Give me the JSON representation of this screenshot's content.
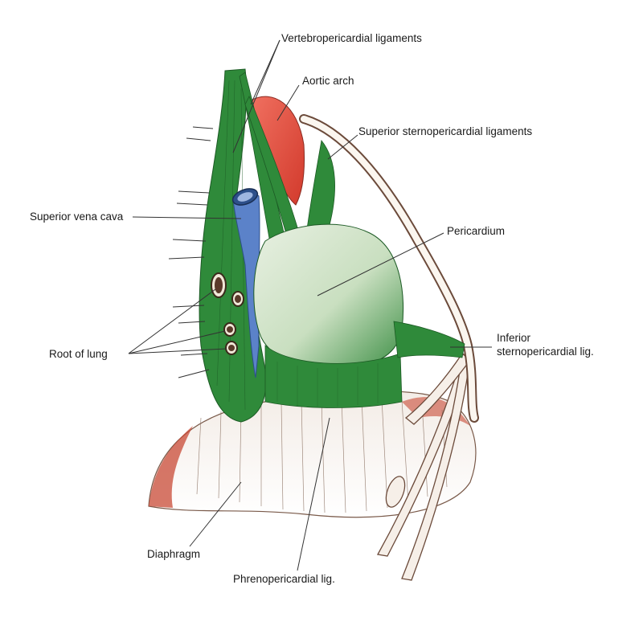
{
  "labels": {
    "vertebropericardial": "Vertebropericardial ligaments",
    "aortic_arch": "Aortic arch",
    "superior_sternopericardial": "Superior sternopericardial ligaments",
    "superior_vena_cava": "Superior vena cava",
    "pericardium": "Pericardium",
    "root_of_lung": "Root of lung",
    "inferior_sternopericardial_1": "Inferior",
    "inferior_sternopericardial_2": "sternopericardial lig.",
    "diaphragm": "Diaphragm",
    "phrenopericardial": "Phrenopericardial lig."
  },
  "colors": {
    "ligament_green": "#2f8a3a",
    "pericardium_light": "#dfe9d8",
    "aorta_red": "#e2473a",
    "vena_cava_blue": "#5b82c9",
    "diaphragm_red": "#c84a35",
    "sternum_outline": "#6b4a3a",
    "leader_line": "#333333"
  }
}
